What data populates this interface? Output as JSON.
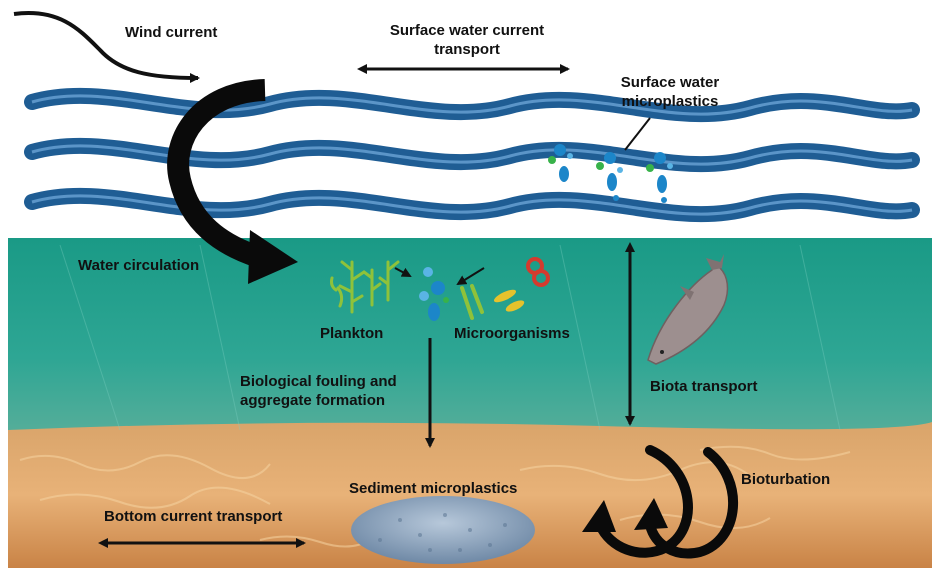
{
  "labels": {
    "wind_current": "Wind current",
    "surface_transport_line1": "Surface water current",
    "surface_transport_line2": "transport",
    "surface_microplastics_line1": "Surface water",
    "surface_microplastics_line2": "microplastics",
    "water_circulation": "Water circulation",
    "plankton": "Plankton",
    "microorganisms": "Microorganisms",
    "fouling_line1": "Biological fouling and",
    "fouling_line2": "aggregate formation",
    "biota_transport": "Biota transport",
    "bioturbation": "Bioturbation",
    "sediment_microplastics": "Sediment microplastics",
    "bottom_current_transport": "Bottom current transport"
  },
  "colors": {
    "wave_blue": "#1f5d94",
    "wave_highlight": "#5b95c8",
    "water_top": "#1f9e8a",
    "water_bottom": "#3aa79a",
    "sand_light": "#e3a86a",
    "sand_dark": "#c67a3c",
    "plankton_green": "#8fc23a",
    "microplastic_blue": "#1c86c9",
    "sediment_gray": "#8ea4bd"
  }
}
